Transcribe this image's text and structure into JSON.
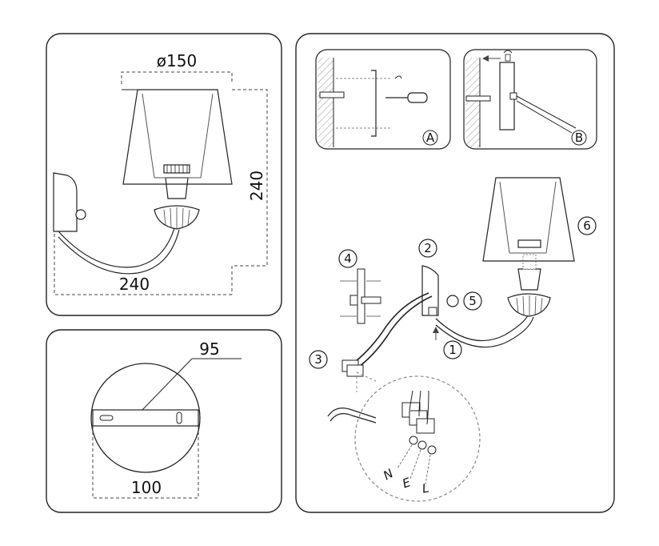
{
  "dimensions": {
    "shade_diameter": "ø150",
    "total_height": "240",
    "total_depth": "240",
    "plate_thickness": "95",
    "plate_diameter": "100"
  },
  "steps": {
    "detail_a": "A",
    "detail_b": "B",
    "part_1": "1",
    "part_2": "2",
    "part_3": "3",
    "part_4": "4",
    "part_5": "5",
    "part_6": "6"
  },
  "wiring": {
    "neutral": "N",
    "earth": "E",
    "live": "L"
  }
}
